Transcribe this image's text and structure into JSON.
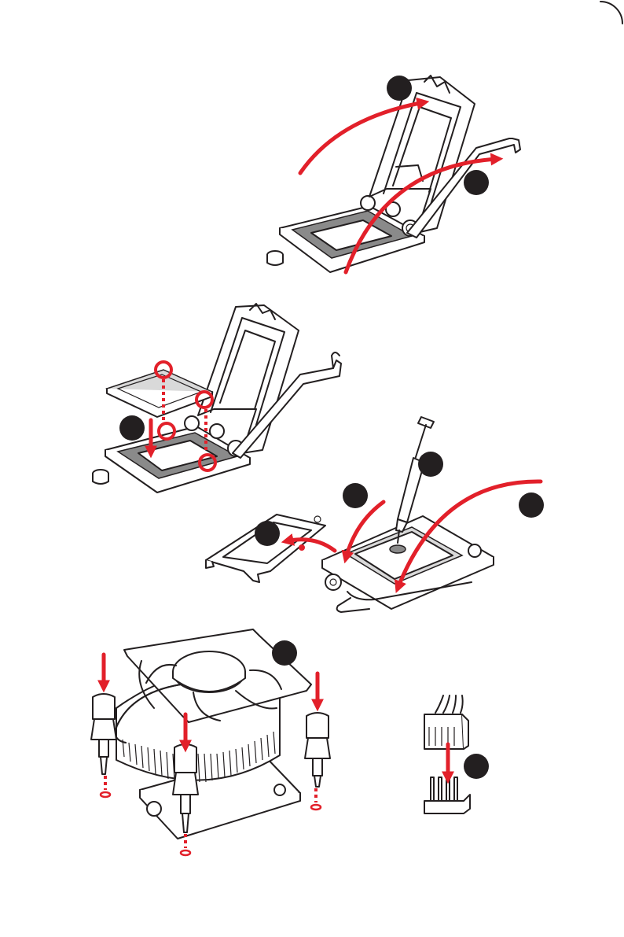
{
  "palette": {
    "line": "#231f20",
    "arrow": "#e2202a",
    "badge": "#231f20",
    "background": "#ffffff"
  },
  "steps": [
    {
      "id": "step-1",
      "icon": "lift-load-plate-arrow"
    },
    {
      "id": "step-2",
      "icon": "lift-load-lever-arrow"
    },
    {
      "id": "step-3",
      "icon": "align-cpu-notches"
    },
    {
      "id": "step-4",
      "icon": "apply-thermal-paste"
    },
    {
      "id": "step-5",
      "icon": "remove-cap"
    },
    {
      "id": "step-6",
      "icon": "close-load-plate-arrow"
    },
    {
      "id": "step-7",
      "icon": "lock-lever-arrow"
    },
    {
      "id": "step-8",
      "icon": "install-cooler-pushpins"
    },
    {
      "id": "step-9",
      "icon": "connect-fan-cable"
    }
  ]
}
